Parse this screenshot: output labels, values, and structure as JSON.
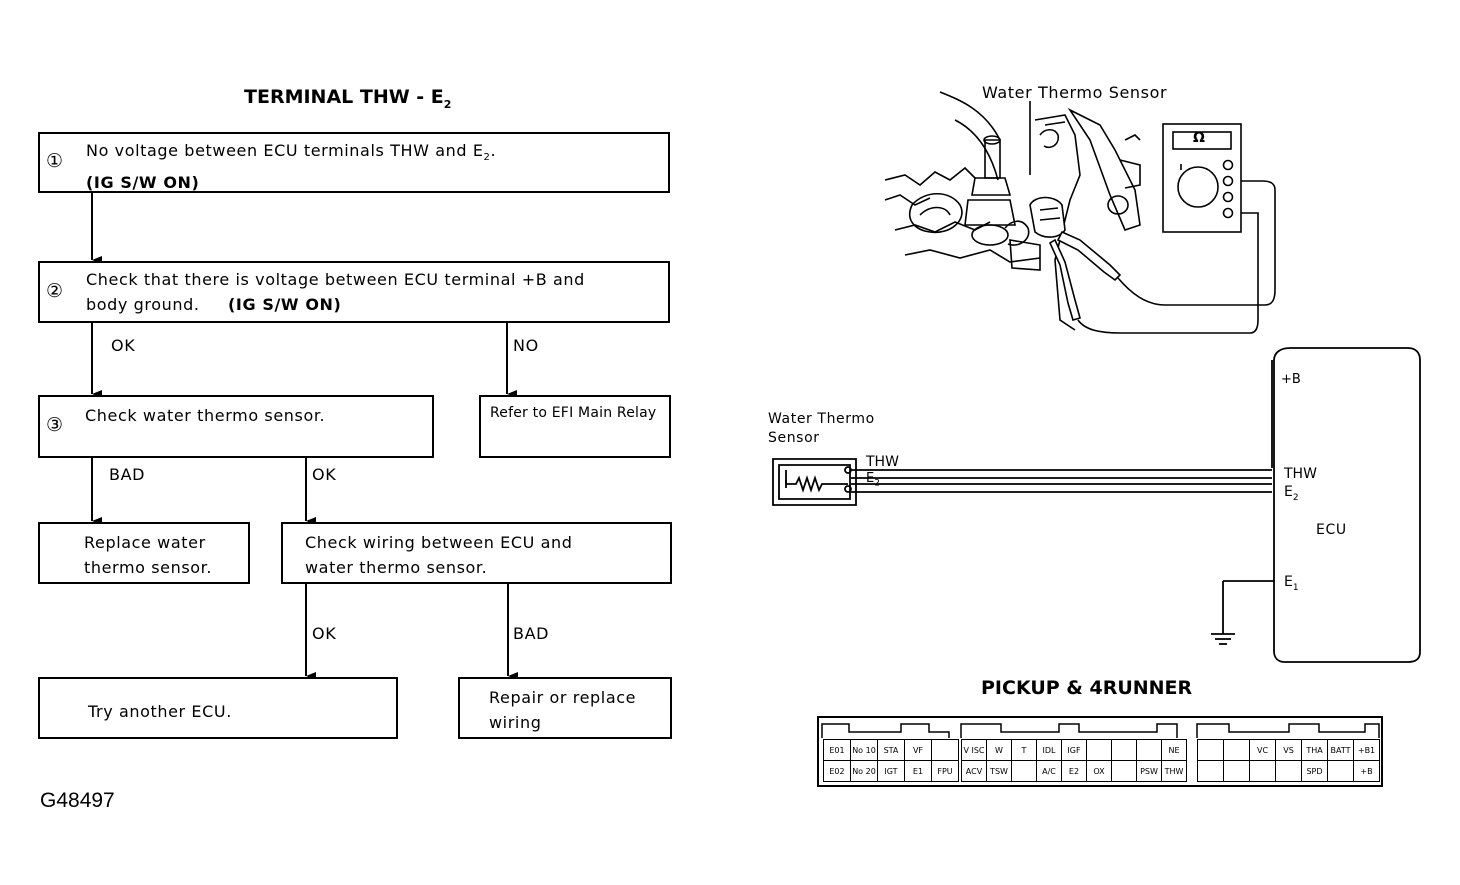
{
  "flowchart": {
    "title_main": "TERMINAL THW - E",
    "title_sub": "2",
    "step1": {
      "num": "①",
      "line1_a": "No voltage between ECU terminals THW and E",
      "line1_sub": "2",
      "line1_b": ".",
      "line2": "(IG S/W ON)"
    },
    "step2": {
      "num": "②",
      "line1": "Check that there is voltage between ECU terminal +B and",
      "line2_a": "body ground.",
      "line2_b": "(IG S/W ON)"
    },
    "step3": {
      "num": "③",
      "text": "Check water thermo sensor."
    },
    "refer": "Refer to EFI Main Relay",
    "replace": {
      "line1": "Replace water",
      "line2": "thermo sensor."
    },
    "check_wiring": {
      "line1": "Check wiring between ECU and",
      "line2": "water thermo sensor."
    },
    "try_ecu": "Try another ECU.",
    "repair": {
      "line1": "Repair or replace",
      "line2": "wiring"
    },
    "labels": {
      "ok1": "OK",
      "no": "NO",
      "bad1": "BAD",
      "ok2": "OK",
      "ok3": "OK",
      "bad2": "BAD"
    }
  },
  "figure_code": "G48497",
  "sensor_diagram": {
    "label": "Water Thermo Sensor",
    "meter_symbol": "Ω"
  },
  "wiring": {
    "sensor_label_1": "Water Thermo",
    "sensor_label_2": "Sensor",
    "sensor_thw": "THW",
    "sensor_e2": "E",
    "sensor_e2_sub": "2",
    "ecu_plus_b": "+B",
    "ecu_thw": "THW",
    "ecu_e2": "E",
    "ecu_e2_sub": "2",
    "ecu_name": "ECU",
    "ecu_e1": "E",
    "ecu_e1_sub": "1"
  },
  "connector": {
    "title": "PICKUP & 4RUNNER",
    "left_row1": [
      "E01",
      "No 10",
      "STA",
      "VF",
      ""
    ],
    "left_row2": [
      "E02",
      "No 20",
      "IGT",
      "E1",
      "FPU"
    ],
    "mid_row1": [
      "V ISC",
      "W",
      "T",
      "IDL",
      "IGF",
      "",
      "",
      "",
      "NE"
    ],
    "mid_row2": [
      "ACV",
      "TSW",
      "",
      "A/C",
      "E2",
      "OX",
      "",
      "PSW",
      "THW"
    ],
    "right_row1": [
      "",
      "",
      "VC",
      "VS",
      "THA",
      "BATT",
      "+B1"
    ],
    "right_row2": [
      "",
      "",
      "",
      "",
      "SPD",
      "",
      "+B"
    ]
  }
}
